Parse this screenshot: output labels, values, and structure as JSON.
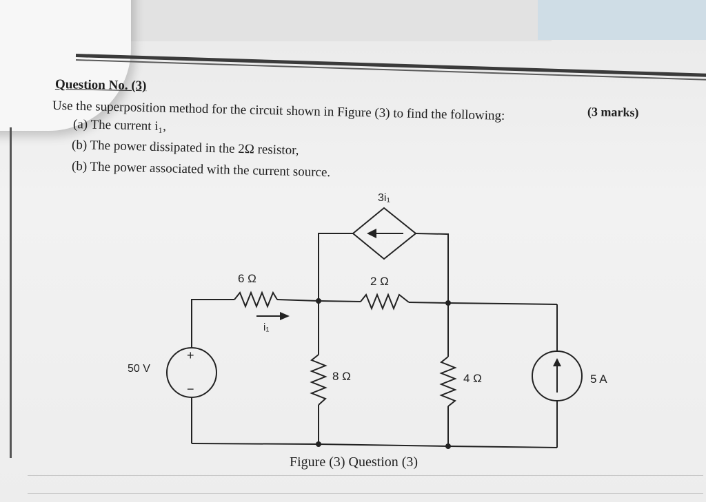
{
  "question": {
    "title": "Question No. (3)",
    "intro": "Use the superposition method for the circuit shown in Figure (3) to find the following:",
    "marks": "(3 marks)",
    "items": [
      "(a) The current i₁,",
      "(b) The power dissipated in the 2Ω resistor,",
      "(b) The power associated with the current source."
    ]
  },
  "circuit": {
    "dependent_source_label": "3i₁",
    "r6_label": "6 Ω",
    "r2_label": "2 Ω",
    "r8_label": "8 Ω",
    "r4_label": "4 Ω",
    "current_label": "i₁",
    "voltage_source_label": "50 V",
    "current_source_label": "5 A",
    "plus_sign": "+",
    "minus_sign": "−"
  },
  "figure_caption": "Figure (3) Question (3)",
  "colors": {
    "ink": "#1e1e1e",
    "paper": "#f2f2f2",
    "blue_strip": "#cfdde6"
  }
}
